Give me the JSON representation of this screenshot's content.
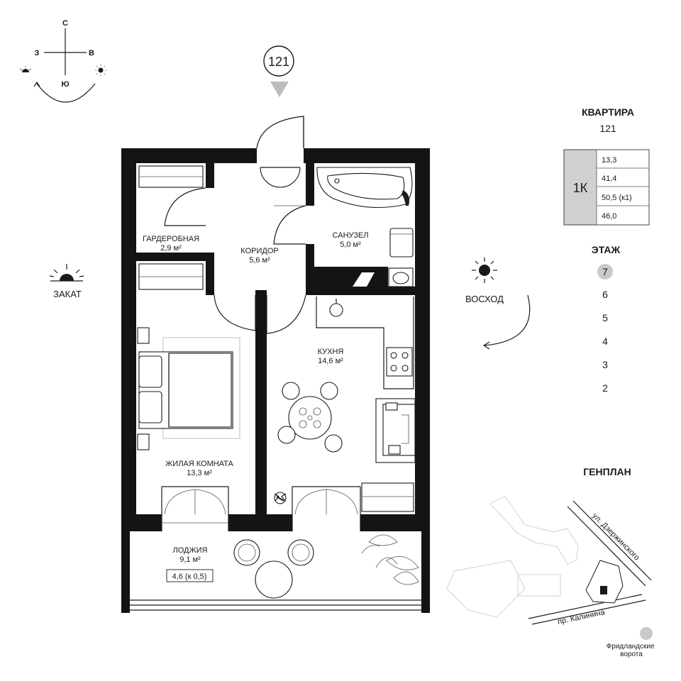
{
  "compass": {
    "north": "С",
    "west": "З",
    "east": "В",
    "south": "Ю"
  },
  "apartment_marker": "121",
  "sunset_label": "ЗАКАТ",
  "sunrise_label": "ВОСХОД",
  "apartment": {
    "heading": "КВАРТИРА",
    "number": "121",
    "type": "1К",
    "areas": [
      "13,3",
      "41,4",
      "50,5 (к1)",
      "46,0"
    ],
    "type_bg": "#d0d0d0"
  },
  "floors": {
    "heading": "ЭТАЖ",
    "items": [
      "7",
      "6",
      "5",
      "4",
      "3",
      "2"
    ],
    "selected": "7"
  },
  "rooms": {
    "wardrobe": {
      "name": "ГАРДЕРОБНАЯ",
      "area": "2,9 м²"
    },
    "corridor": {
      "name": "КОРИДОР",
      "area": "5,6 м²"
    },
    "bathroom": {
      "name": "САНУЗЕЛ",
      "area": "5,0 м²"
    },
    "kitchen": {
      "name": "КУХНЯ",
      "area": "14,6 м²"
    },
    "living": {
      "name": "ЖИЛАЯ КОМНАТА",
      "area": "13,3 м²"
    },
    "loggia": {
      "name": "ЛОДЖИЯ",
      "area": "9,1 м²",
      "reduced": "4,6 (к 0,5)"
    }
  },
  "genplan": {
    "heading": "ГЕНПЛАН",
    "street_1": "ул. Дзержинского",
    "street_2": "пр. Калинина",
    "landmark": "Фридландские ворота",
    "landmark_color": "#c9c9c9"
  },
  "colors": {
    "wall": "#141414",
    "accent_grey": "#c9c9c9"
  }
}
